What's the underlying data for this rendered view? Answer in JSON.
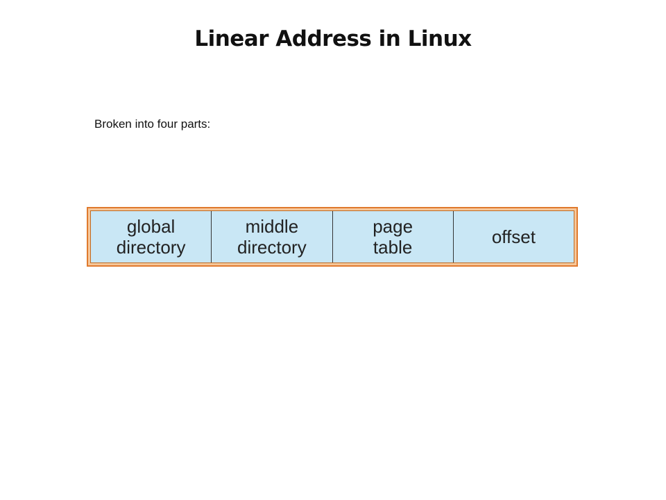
{
  "slide": {
    "title": "Linear Address in Linux",
    "subtitle": "Broken into four parts:"
  },
  "diagram": {
    "fields": [
      {
        "label": "global\ndirectory"
      },
      {
        "label": "middle\ndirectory"
      },
      {
        "label": "page\ntable"
      },
      {
        "label": "offset"
      }
    ],
    "colors": {
      "field_fill": "#c9e7f5",
      "frame_border": "#e07a2e",
      "frame_fill": "#f6c79a"
    }
  }
}
